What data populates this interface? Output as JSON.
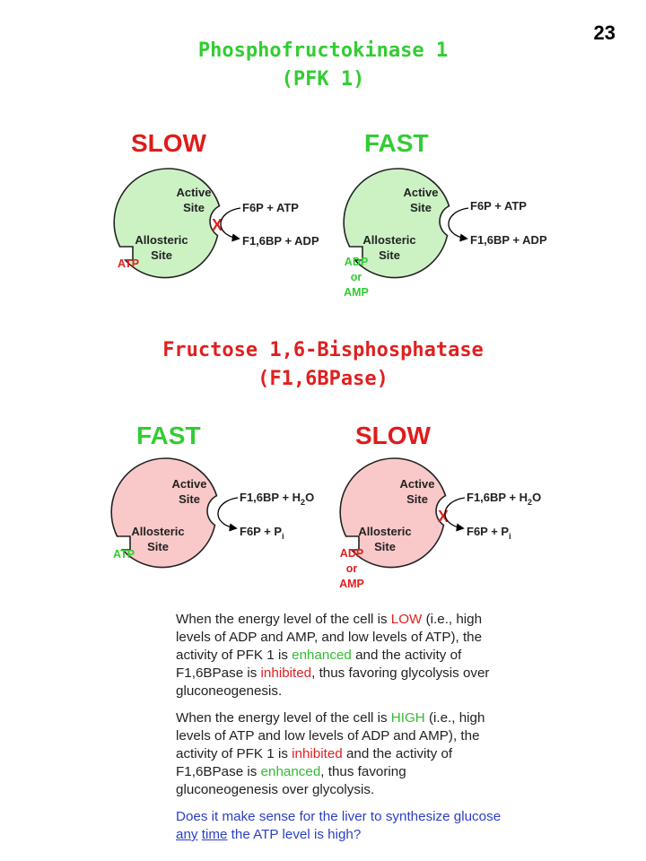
{
  "page_number": "23",
  "pfk": {
    "title_line1": "Phosphofructokinase 1",
    "title_line2": "(PFK 1)",
    "left_state": "SLOW",
    "right_state": "FAST",
    "active_site": [
      "Active",
      "Site"
    ],
    "allosteric_site": [
      "Allosteric",
      "Site"
    ],
    "substrate": "F6P + ATP",
    "product": "F1,6BP + ADP",
    "blocked_mark": "X",
    "slow_effector": "ATP",
    "fast_effector": [
      "ADP",
      "or",
      "AMP"
    ]
  },
  "fbpase": {
    "title_line1": "Fructose 1,6-Bisphosphatase",
    "title_line2": "(F1,6BPase)",
    "left_state": "FAST",
    "right_state": "SLOW",
    "active_site": [
      "Active",
      "Site"
    ],
    "allosteric_site": [
      "Allosteric",
      "Site"
    ],
    "substrate_main": "F1,6BP + H",
    "substrate_sub": "2",
    "substrate_end": "O",
    "product_main": "F6P + P",
    "product_sub": "i",
    "blocked_mark": "X",
    "fast_effector": "ATP",
    "slow_effector": [
      "ADP",
      "or",
      "AMP"
    ]
  },
  "text": {
    "p1_a": "When the energy level of the cell is ",
    "p1_low": "LOW",
    "p1_b": " (i.e., high levels of ADP and AMP, and low levels of ATP), the activity of PFK 1 is ",
    "p1_enh": "enhanced",
    "p1_c": " and the activity of F1,6BPase is ",
    "p1_inh": "inhibited",
    "p1_d": ", thus favoring glycolysis over gluconeogenesis.",
    "p2_a": "When the energy level of the cell is ",
    "p2_high": "HIGH",
    "p2_b": " (i.e., high levels of ATP and low levels of ADP and AMP), the activity of PFK 1 is ",
    "p2_inh": "inhibited",
    "p2_c": " and the activity of F1,6BPase is ",
    "p2_enh": "enhanced",
    "p2_d": ", thus favoring gluconeogenesis over glycolysis.",
    "q_a": "Does it make sense for the liver to synthesize glucose ",
    "q_any": "any",
    "q_sp": " ",
    "q_time": "time",
    "q_b": " the ATP level is high?"
  },
  "colors": {
    "green_enzyme": "#ccf2c4",
    "pink_enzyme": "#f9c9c9",
    "green_text": "#33cc33",
    "red_text": "#e02020",
    "question_blue": "#2b3fc8"
  }
}
